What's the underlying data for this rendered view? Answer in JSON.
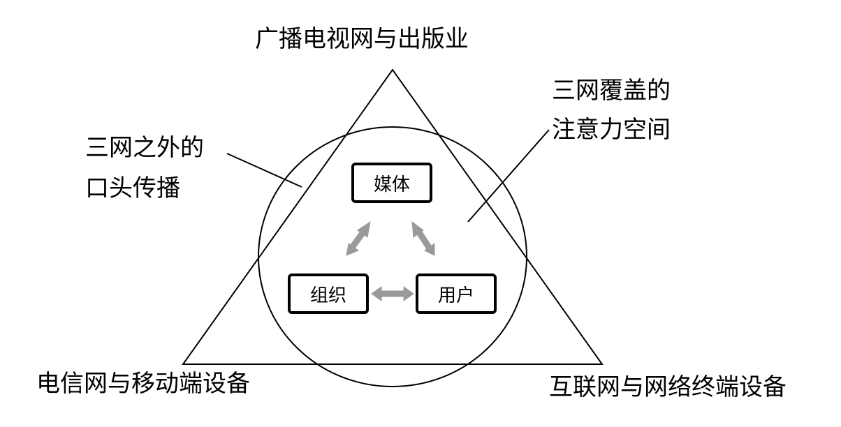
{
  "labels": {
    "top": "广播电视网与出版业",
    "bottom_left": "电信网与移动端设备",
    "bottom_right": "互联网与网络终端设备",
    "outside_line1": "三网之外的",
    "outside_line2": "口头传播",
    "covered_line1": "三网覆盖的",
    "covered_line2": "注意力空间"
  },
  "nodes": {
    "media": "媒体",
    "organization": "组织",
    "user": "用户"
  },
  "colors": {
    "stroke": "#000000",
    "arrow": "#9a9a9a",
    "background": "#ffffff"
  }
}
